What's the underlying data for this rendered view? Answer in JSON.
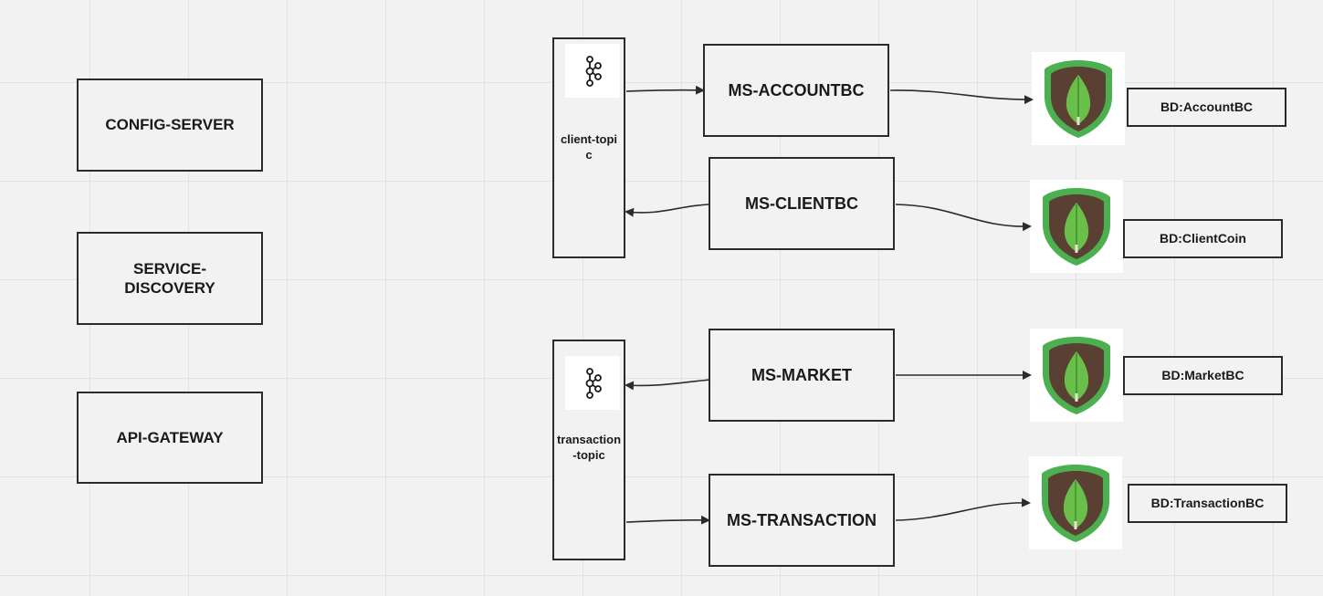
{
  "infrastructure": {
    "config_server": "CONFIG-SERVER",
    "service_discovery": "SERVICE-DISCOVERY",
    "api_gateway": "API-GATEWAY"
  },
  "topics": {
    "client_topic": {
      "label": "client-topic",
      "icon": "kafka-icon"
    },
    "transaction_topic": {
      "label": "transaction-topic",
      "icon": "kafka-icon"
    }
  },
  "services": {
    "accountbc": "MS-ACCOUNTBC",
    "clientbc": "MS-CLIENTBC",
    "market": "MS-MARKET",
    "transaction": "MS-TRANSACTION"
  },
  "databases": {
    "accountbc": {
      "label": "BD:AccountBC",
      "icon": "mongodb-icon"
    },
    "clientcoin": {
      "label": "BD:ClientCoin",
      "icon": "mongodb-icon"
    },
    "marketbc": {
      "label": "BD:MarketBC",
      "icon": "mongodb-icon"
    },
    "transactionbc": {
      "label": "BD:TransactionBC",
      "icon": "mongodb-icon"
    }
  },
  "colors": {
    "mongo_shield_outer": "#4caf50",
    "mongo_shield_inner": "#5a4033",
    "mongo_leaf": "#6abf4b",
    "line": "#2b2b2b"
  }
}
